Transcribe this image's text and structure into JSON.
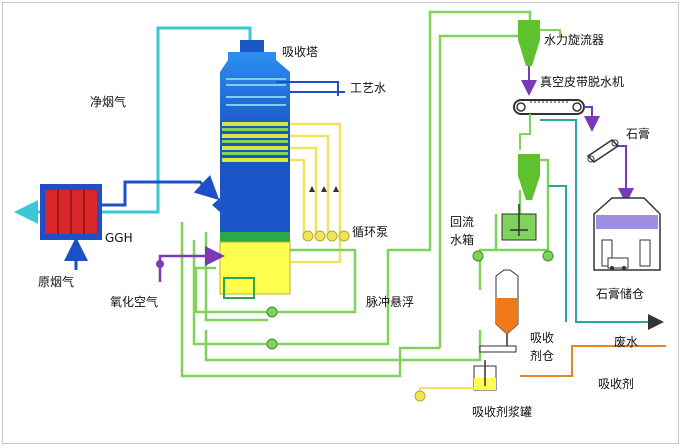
{
  "labels": {
    "absorber_tower": "吸收塔",
    "process_water": "工艺水",
    "clean_flue_gas": "净烟气",
    "ggh": "GGH",
    "raw_flue_gas": "原烟气",
    "oxidation_air": "氧化空气",
    "circulation_pump": "循环泵",
    "pulse_suspension": "脉冲悬浮",
    "hydrocyclone": "水力旋流器",
    "vacuum_belt_filter": "真空皮带脱水机",
    "gypsum": "石膏",
    "gypsum_storage": "石膏储仓",
    "return_water_tank": [
      "回流",
      "水箱"
    ],
    "absorbent_silo": [
      "吸收",
      "剂仓"
    ],
    "waste_water": "废水",
    "absorbent": "吸收剂",
    "absorbent_slurry_tank": "吸收剂浆罐"
  },
  "colors": {
    "tower_blue": "#1a56c8",
    "tower_light_blue": "#2e8ff0",
    "slurry_yellow": "#ffff4d",
    "green_band": "#2aa84a",
    "pipe_green": "#7fd35a",
    "pipe_cyan": "#3cc7d6",
    "pipe_blue": "#1f4fc4",
    "pipe_yellow": "#f0e55a",
    "pipe_purple": "#7a3ab8",
    "pipe_orange": "#e8832a",
    "ggh_red": "#d8262a",
    "hydrocyclone_green": "#5ec12e",
    "silo_orange": "#f07a1a",
    "storage_purple": "#a08ce0"
  }
}
